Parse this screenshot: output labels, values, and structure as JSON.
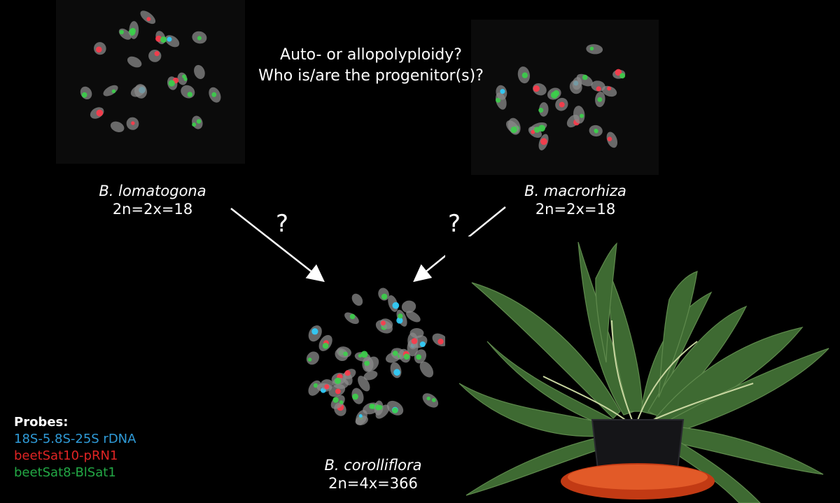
{
  "question": {
    "line1": "Auto- or allopolyploidy?",
    "line2": "Who is/are the progenitor(s)?"
  },
  "species": {
    "left": {
      "name": "B. lomatogona",
      "karyotype": "2n=2x=18"
    },
    "right": {
      "name": "B. macrorhiza",
      "karyotype": "2n=2x=18"
    },
    "bottom": {
      "name": "B. corolliflora",
      "karyotype": "2n=4x=366"
    }
  },
  "arrows": {
    "left_label": "?",
    "right_label": "?"
  },
  "probes": {
    "title": "Probes:",
    "items": [
      {
        "label": "18S-5.8S-25S rDNA",
        "color": "#2f9bd8"
      },
      {
        "label": "beetSat10-pRN1",
        "color": "#e02424"
      },
      {
        "label": "beetSat8-BlSat1",
        "color": "#23a845"
      }
    ]
  },
  "colors": {
    "background": "#000000",
    "chromosome": "#8a8a8a",
    "rdna": "#2fd0ff",
    "prn1": "#ff3a4a",
    "blsat1": "#3bd04a",
    "pot_rim": "#e04a1e",
    "leaf": "#3e6a32"
  }
}
